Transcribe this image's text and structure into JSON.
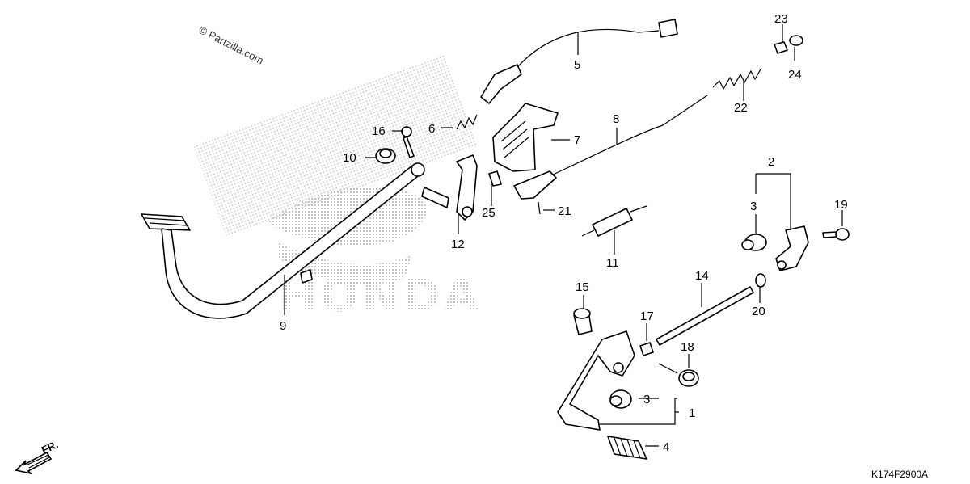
{
  "watermark": {
    "copyright": "© Partzilla.com",
    "brand_text": "HONDA"
  },
  "diagram_code": "K174F2900A",
  "direction_label": "FR.",
  "callouts": [
    {
      "id": "c1",
      "label": "1"
    },
    {
      "id": "c2",
      "label": "2"
    },
    {
      "id": "c3a",
      "label": "3"
    },
    {
      "id": "c3b",
      "label": "3"
    },
    {
      "id": "c4",
      "label": "4"
    },
    {
      "id": "c5",
      "label": "5"
    },
    {
      "id": "c6",
      "label": "6"
    },
    {
      "id": "c7",
      "label": "7"
    },
    {
      "id": "c8",
      "label": "8"
    },
    {
      "id": "c9",
      "label": "9"
    },
    {
      "id": "c10",
      "label": "10"
    },
    {
      "id": "c11",
      "label": "11"
    },
    {
      "id": "c12",
      "label": "12"
    },
    {
      "id": "c14",
      "label": "14"
    },
    {
      "id": "c15",
      "label": "15"
    },
    {
      "id": "c16",
      "label": "16"
    },
    {
      "id": "c17",
      "label": "17"
    },
    {
      "id": "c18",
      "label": "18"
    },
    {
      "id": "c19",
      "label": "19"
    },
    {
      "id": "c20",
      "label": "20"
    },
    {
      "id": "c21",
      "label": "21"
    },
    {
      "id": "c22",
      "label": "22"
    },
    {
      "id": "c23",
      "label": "23"
    },
    {
      "id": "c24",
      "label": "24"
    },
    {
      "id": "c25",
      "label": "25"
    }
  ]
}
